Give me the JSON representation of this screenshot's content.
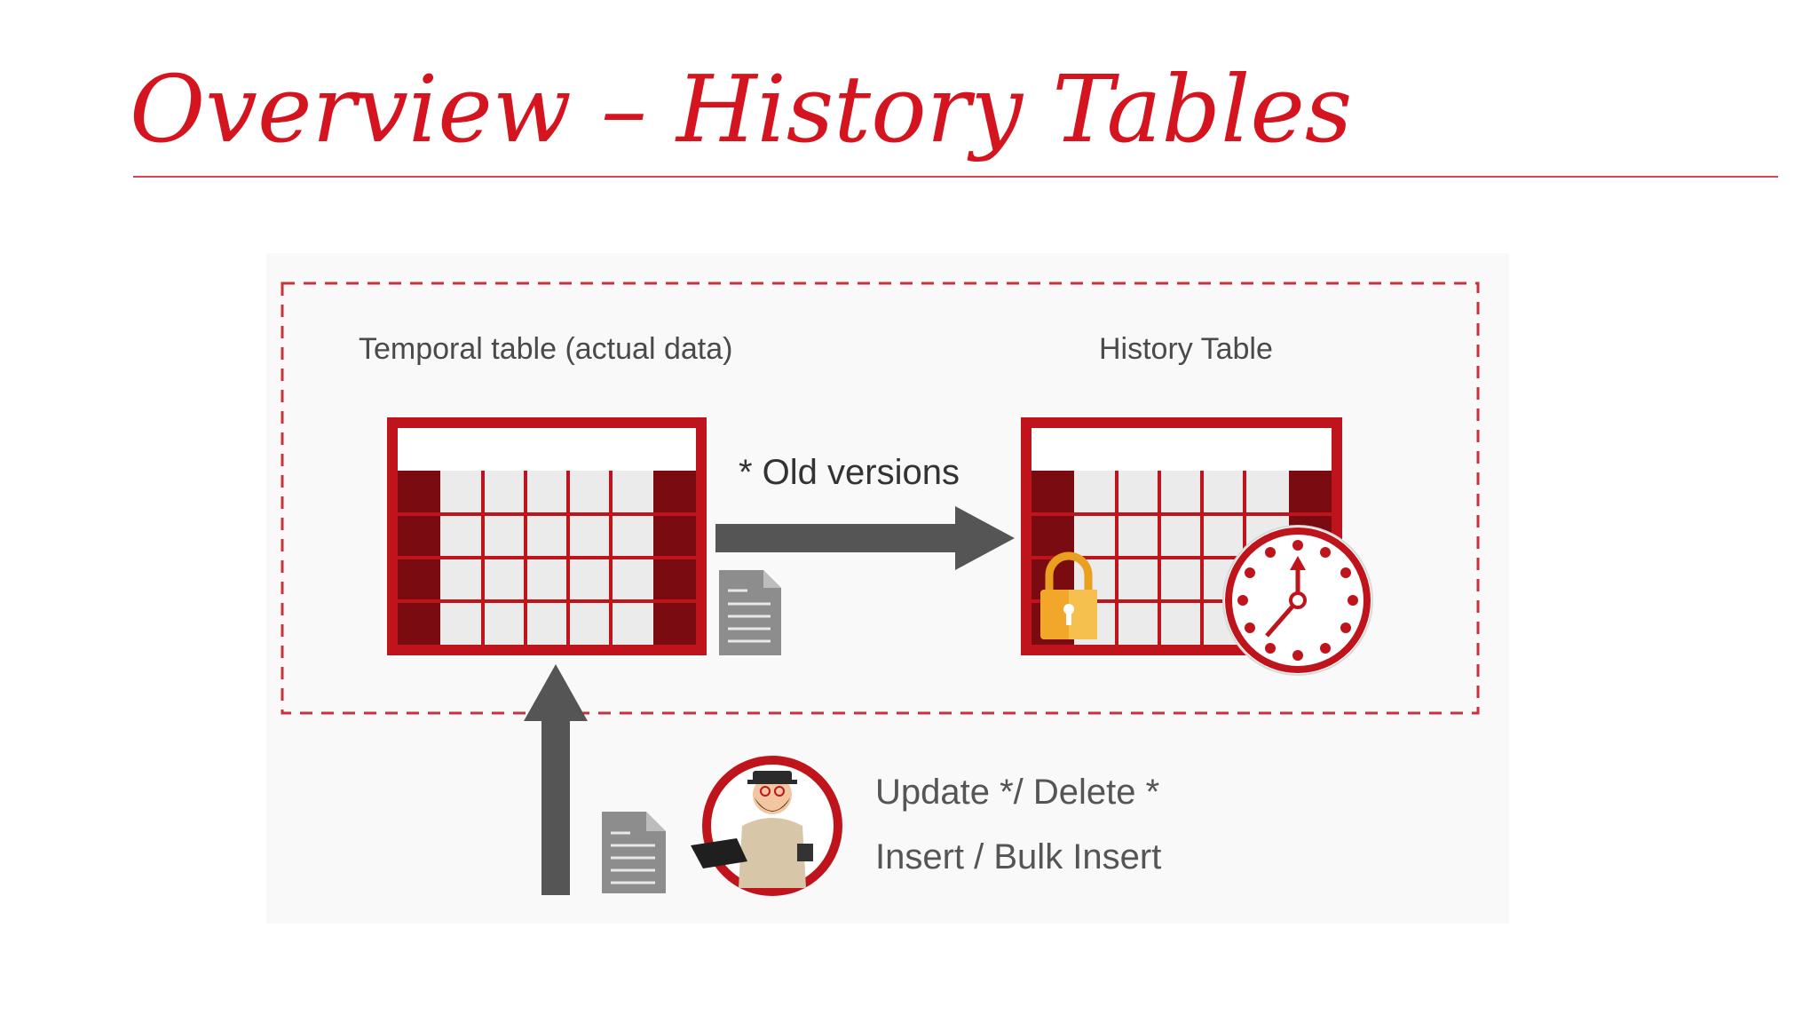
{
  "slide": {
    "title": "Overview – History Tables"
  },
  "diagram": {
    "temporal_label": "Temporal table (actual data)",
    "history_label": "History Table",
    "arrow_label": "* Old versions",
    "operations": [
      "Update */ Delete *",
      "Insert / Bulk Insert"
    ]
  },
  "colors": {
    "title_red": "#d4141f",
    "table_red": "#c0141c",
    "table_dark_red": "#7a0b10",
    "cell_gray": "#ebebeb",
    "arrow_gray": "#555555",
    "dashed_border": "#c8323a",
    "lock_gold": "#f3a72a"
  },
  "icons": [
    "table-icon",
    "document-icon",
    "lock-icon",
    "clock-icon",
    "arrow-right-icon",
    "arrow-up-icon",
    "user-avatar-icon"
  ]
}
